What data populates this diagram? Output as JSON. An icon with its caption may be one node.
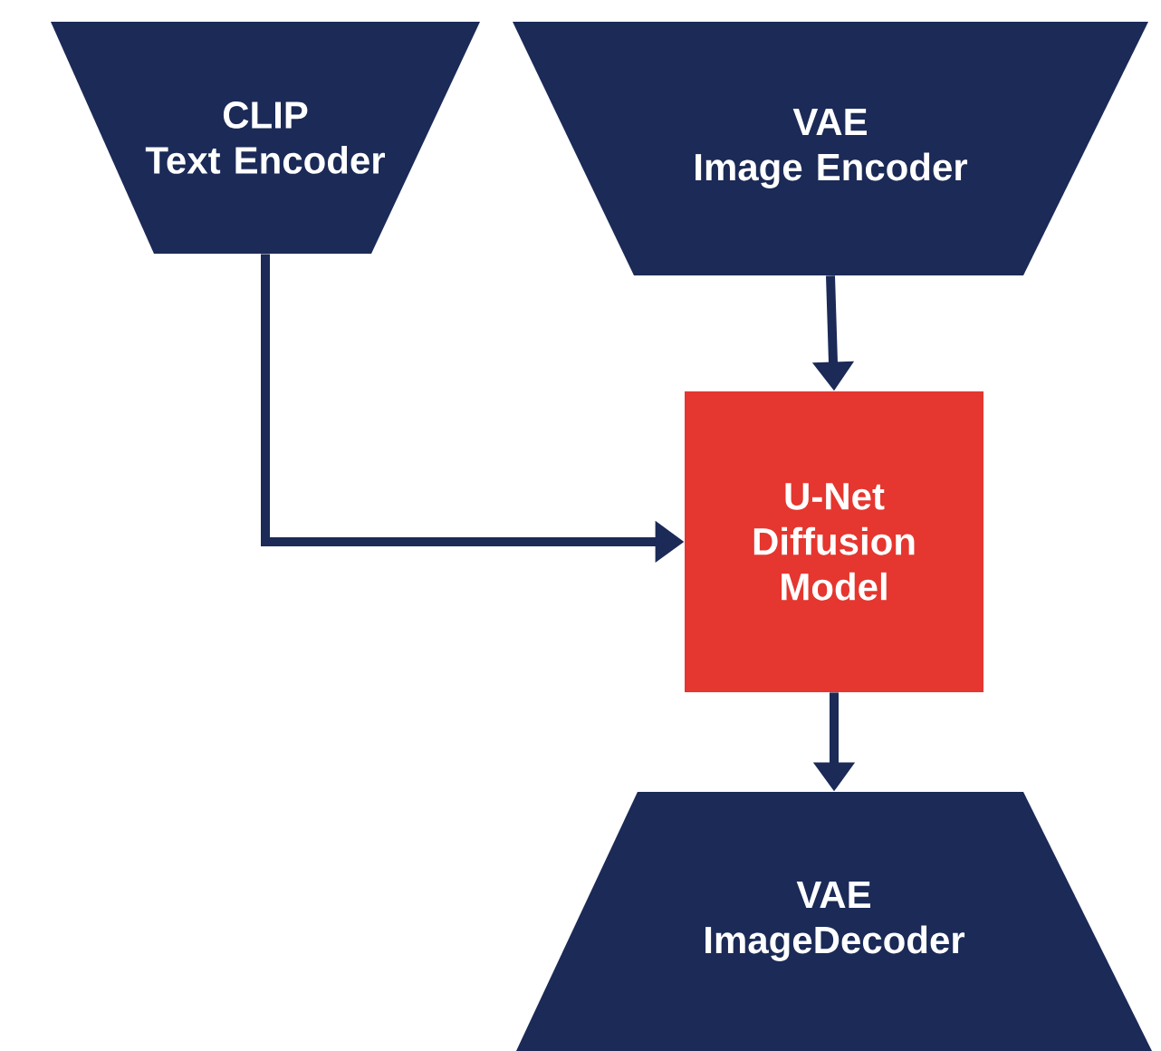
{
  "diagram": {
    "nodes": [
      {
        "text": [
          "CLIP",
          "Text Encoder"
        ]
      },
      {
        "text": [
          "VAE",
          "Image Encoder"
        ]
      },
      {
        "text": [
          "U-Net Diffusion Model"
        ]
      },
      {
        "text": [
          "VAE",
          "ImageDecoder"
        ]
      }
    ],
    "edges": [
      {
        "from": 0,
        "to": 2,
        "arrow": "to"
      },
      {
        "from": 1,
        "to": 2,
        "arrow": "to"
      },
      {
        "from": 2,
        "to": 3,
        "arrow": "to"
      }
    ]
  }
}
